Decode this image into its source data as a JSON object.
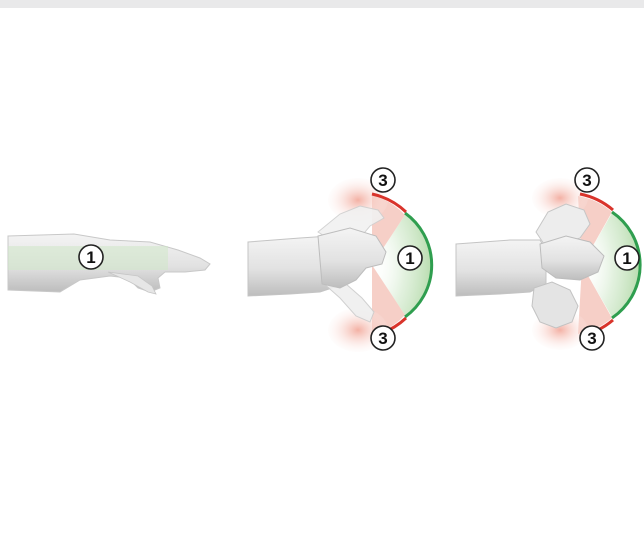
{
  "colors": {
    "background": "#ffffff",
    "top_band": "#e9e9ea",
    "skin_light": "#eeeeee",
    "skin_shadow": "#b9b9b9",
    "neutral_zone": "#2f9e4f",
    "neutral_zone_fill": "#cfe8c9",
    "limit_zone": "#d9342b",
    "limit_zone_fill": "#f5c7bd",
    "badge_border": "#222222"
  },
  "figures": [
    {
      "name": "neutral-wrist",
      "badges": [
        {
          "id": "badge-1",
          "label": "1"
        }
      ]
    },
    {
      "name": "wrist-flexion-extension",
      "badges": [
        {
          "id": "badge-top",
          "label": "3"
        },
        {
          "id": "badge-mid",
          "label": "1"
        },
        {
          "id": "badge-bottom",
          "label": "3"
        }
      ]
    },
    {
      "name": "wrist-deviation-fist",
      "badges": [
        {
          "id": "badge-top",
          "label": "3"
        },
        {
          "id": "badge-mid",
          "label": "1"
        },
        {
          "id": "badge-bottom",
          "label": "3"
        }
      ]
    }
  ]
}
